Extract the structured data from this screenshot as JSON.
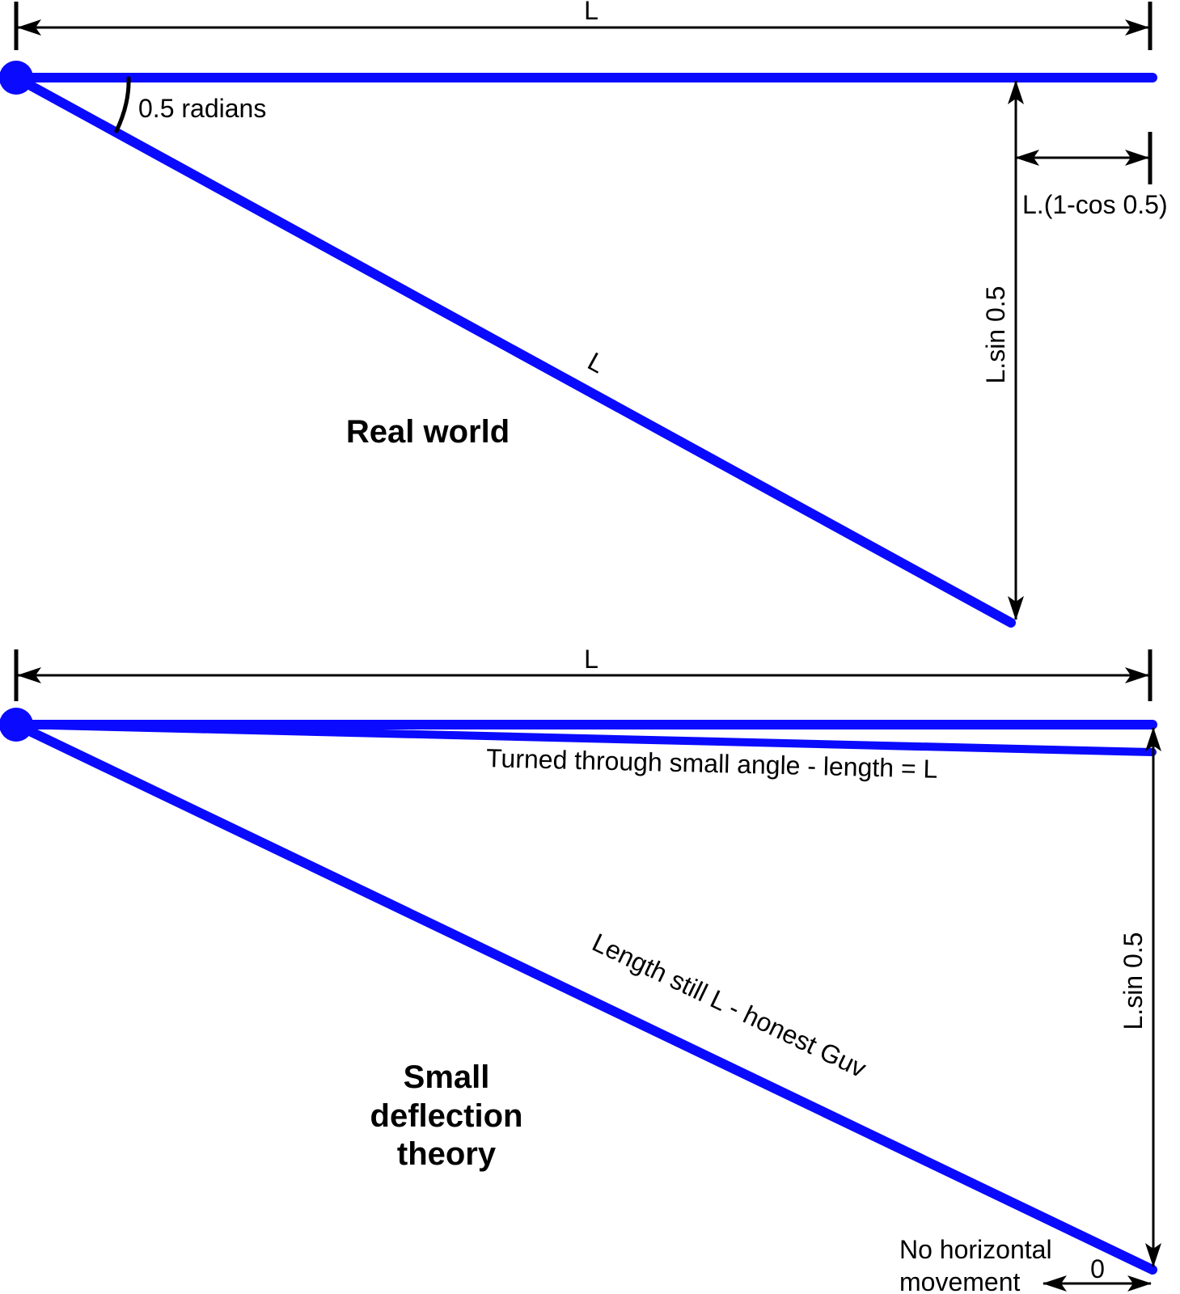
{
  "colors": {
    "member": "#0a0aff",
    "dimension": "#000000",
    "background": "#ffffff"
  },
  "real_world": {
    "title": "Real world",
    "top_length_label": "L",
    "angle_label": "0.5 radians",
    "member_length_label": "L",
    "horizontal_shortening_label": "L.(1-cos 0.5)",
    "vertical_drop_label": "L.sin 0.5"
  },
  "small_deflection": {
    "title_lines": [
      "Small",
      "deflection",
      "theory"
    ],
    "top_length_label": "L",
    "small_angle_label": "Turned through small angle - length = L",
    "member_label": "Length still L - honest Guv",
    "vertical_drop_label": "L.sin 0.5",
    "no_movement_lines": [
      "No horizontal",
      "movement"
    ],
    "horizontal_shortening_label": "0"
  }
}
